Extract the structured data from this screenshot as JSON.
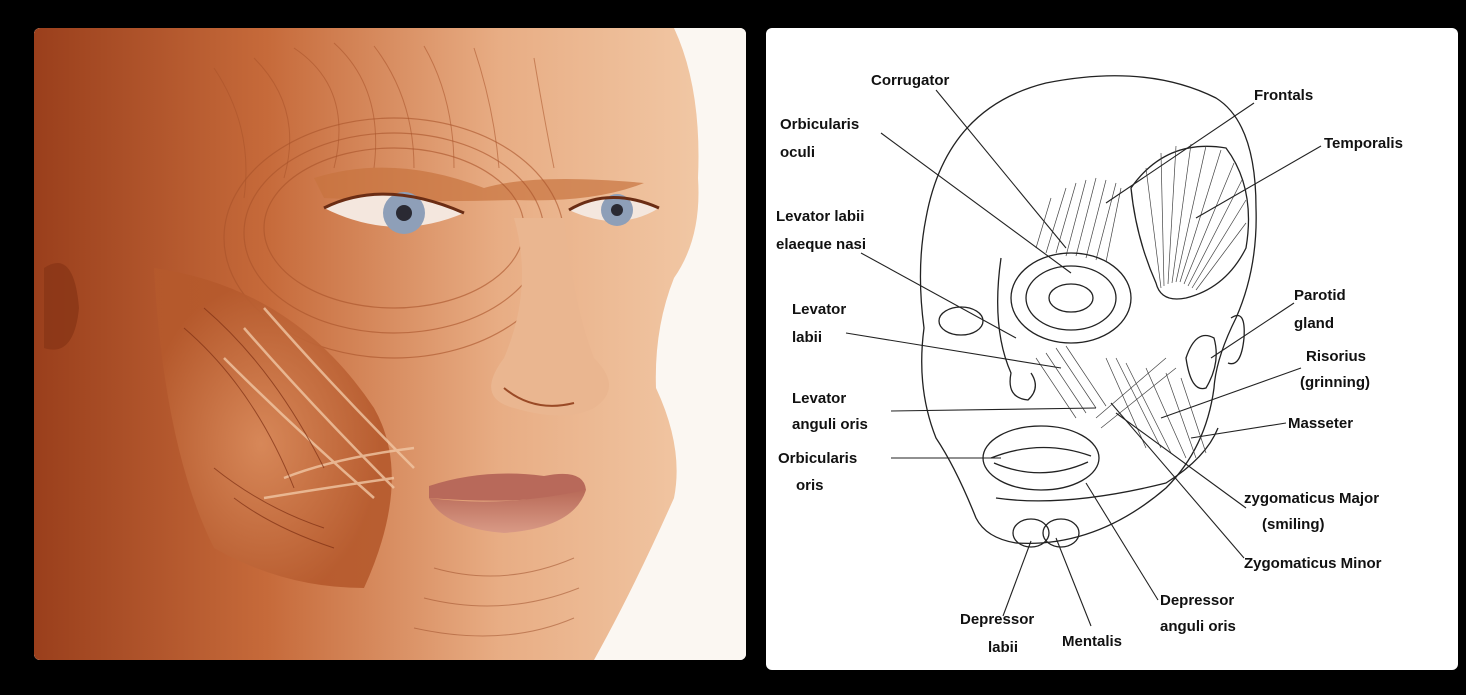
{
  "labels": {
    "corrugator": "Corrugator",
    "frontals": "Frontals",
    "temporalis": "Temporalis",
    "orbicularis_oculi_1": "Orbicularis",
    "orbicularis_oculi_2": "oculi",
    "levator_labii_nasi_1": "Levator labii",
    "levator_labii_nasi_2": "elaeque nasi",
    "levator_labii_1": "Levator",
    "levator_labii_2": "labii",
    "parotid_1": "Parotid",
    "parotid_2": "gland",
    "risorius_1": "Risorius",
    "risorius_2": "(grinning)",
    "levator_anguli_1": "Levator",
    "levator_anguli_2": "anguli oris",
    "masseter": "Masseter",
    "orbicularis_oris_1": "Orbicularis",
    "orbicularis_oris_2": "oris",
    "zyg_major_1": "zygomaticus Major",
    "zyg_major_2": "(smiling)",
    "zyg_minor": "Zygomaticus Minor",
    "depressor_labii_1": "Depressor",
    "depressor_labii_2": "labii",
    "mentalis": "Mentalis",
    "depressor_anguli_1": "Depressor",
    "depressor_anguli_2": "anguli oris"
  },
  "colors": {
    "background": "#000000",
    "muscle_dark": "#a44a22",
    "muscle_mid": "#c8743f",
    "skin": "#e9b48c",
    "eye_iris": "#8e9fb8"
  }
}
